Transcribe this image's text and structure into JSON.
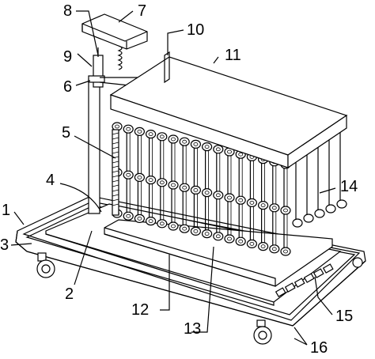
{
  "diagram": {
    "callouts": [
      {
        "id": "1",
        "text": "1"
      },
      {
        "id": "2",
        "text": "2"
      },
      {
        "id": "3",
        "text": "3"
      },
      {
        "id": "4",
        "text": "4"
      },
      {
        "id": "5",
        "text": "5"
      },
      {
        "id": "6",
        "text": "6"
      },
      {
        "id": "7",
        "text": "7"
      },
      {
        "id": "8",
        "text": "8"
      },
      {
        "id": "9",
        "text": "9"
      },
      {
        "id": "10",
        "text": "10"
      },
      {
        "id": "11",
        "text": "11"
      },
      {
        "id": "12",
        "text": "12"
      },
      {
        "id": "13",
        "text": "13"
      },
      {
        "id": "14",
        "text": "14"
      },
      {
        "id": "15",
        "text": "15"
      },
      {
        "id": "16",
        "text": "16"
      }
    ]
  }
}
